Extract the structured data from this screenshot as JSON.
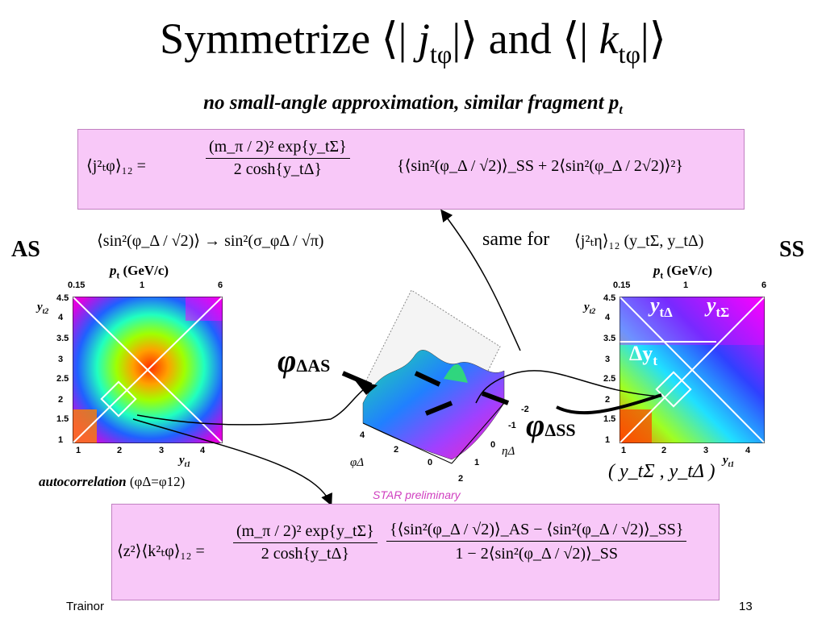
{
  "title": {
    "prefix": "Symmetrize ⟨| ",
    "j": "j",
    "jsub": "tφ",
    "mid": "|⟩ and ⟨| ",
    "k": "k",
    "ksub": "tφ",
    "suffix": "|⟩"
  },
  "subtitle": {
    "text": "no small-angle approximation, similar fragment ",
    "pt": "p",
    "pt_sub": "t"
  },
  "formula_top": {
    "lhs": "⟨j²ₜφ⟩₁₂ =",
    "num": "(m_π / 2)² exp{y_tΣ}",
    "den": "2 cosh{y_tΔ}",
    "rhs": "{⟨sin²(φ_Δ / √2)⟩_SS + 2⟨sin²(φ_Δ / 2√2)⟩²}"
  },
  "formula_mid": {
    "left": "⟨sin²(φ_Δ / √2)⟩ → sin²(σ_φΔ / √π)",
    "same_for": "same for",
    "right": "⟨j²ₜη⟩₁₂ (y_tΣ, y_tΔ)"
  },
  "formula_bottom": {
    "lhs": "⟨z²⟩⟨k²ₜφ⟩₁₂ =",
    "num1": "(m_π / 2)² exp{y_tΣ}",
    "den1": "2 cosh{y_tΔ}",
    "num2": "{⟨sin²(φ_Δ / √2)⟩_AS − ⟨sin²(φ_Δ / √2)⟩_SS}",
    "den2": "1 − 2⟨sin²(φ_Δ / √2)⟩_SS"
  },
  "labels": {
    "as": "AS",
    "ss": "SS",
    "pt_gev_left": "p",
    "pt_gev_left_rest": " (GeV/c)",
    "pt_gev_right": "p",
    "pt_gev_right_rest": " (GeV/c)",
    "pt_sub": "t",
    "yt2": "y",
    "yt2_sub": "t2",
    "yt1": "y",
    "yt1_sub": "t1",
    "ytd": "y",
    "ytd_sub": "tΔ",
    "yts": "y",
    "yts_sub": "tΣ",
    "dyt": "Δy",
    "dyt_sub": "t",
    "yts_pair": "( y_tΣ , y_tΔ )",
    "autocorr": "autocorrelation",
    "autocorr_eq": "(φΔ=φ12)",
    "phi_as": "φ",
    "phi_as_sub": "ΔAS",
    "phi_ss": "φ",
    "phi_ss_sub": "ΔSS",
    "star": "STAR preliminary",
    "eta_delta": "ηΔ",
    "phi_delta": "φΔ"
  },
  "ticks": {
    "top_pt": [
      "0.15",
      "1",
      "6"
    ],
    "y_left": [
      "4.5",
      "4",
      "3.5",
      "3",
      "2.5",
      "2",
      "1.5",
      "1"
    ],
    "x_left": [
      "1",
      "2",
      "3",
      "4"
    ],
    "phi3d": [
      "4",
      "2",
      "0"
    ],
    "eta3d": [
      "-2",
      "-1",
      "0",
      "1",
      "2"
    ]
  },
  "footer": {
    "author": "Trainor",
    "page": "13"
  }
}
